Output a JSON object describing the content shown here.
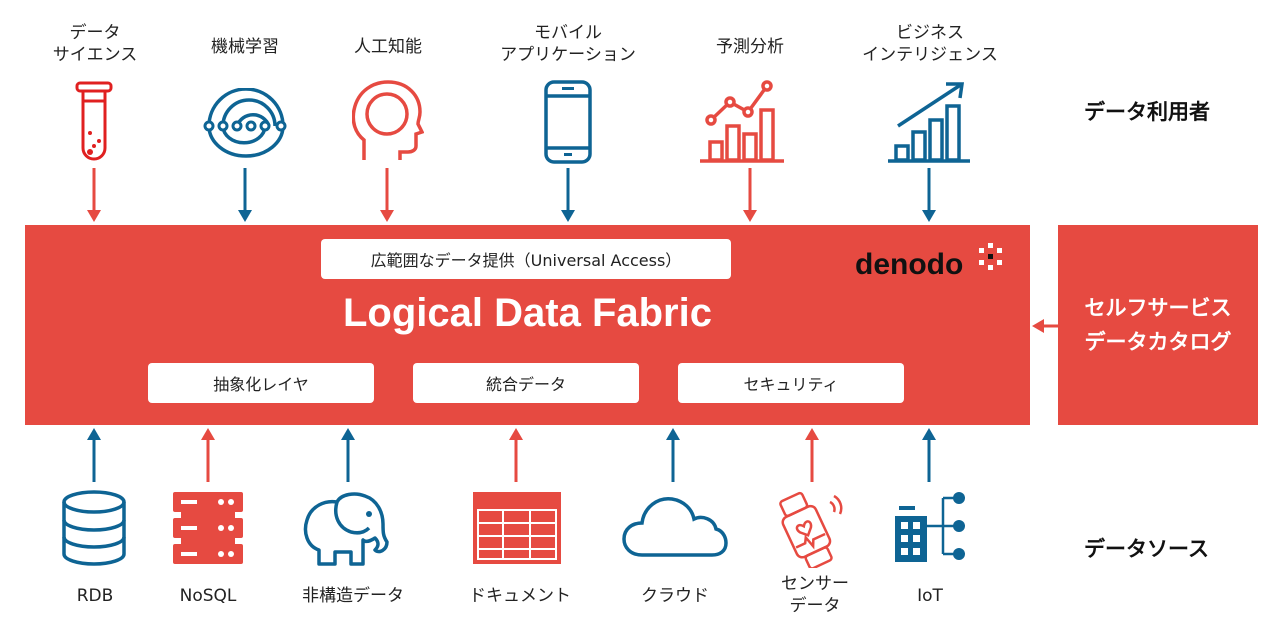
{
  "colors": {
    "red": "#e64a41",
    "blue": "#0e6494",
    "white": "#ffffff",
    "text": "#222222"
  },
  "consumers": {
    "section_label": "データ利用者",
    "items": [
      {
        "label": "データ\nサイエンス",
        "icon": "test-tube-icon",
        "color": "red"
      },
      {
        "label": "機械学習",
        "icon": "neural-arcs-icon",
        "color": "blue"
      },
      {
        "label": "人工知能",
        "icon": "head-brain-icon",
        "color": "red"
      },
      {
        "label": "モバイル\nアプリケーション",
        "icon": "smartphone-icon",
        "color": "blue"
      },
      {
        "label": "予測分析",
        "icon": "line-bar-chart-icon",
        "color": "red"
      },
      {
        "label": "ビジネス\nインテリジェンス",
        "icon": "growth-chart-icon",
        "color": "blue"
      }
    ]
  },
  "fabric": {
    "top_pill": "広範囲なデータ提供（Universal Access）",
    "title": "Logical Data Fabric",
    "logo": "denodo",
    "pills": [
      "抽象化レイヤ",
      "統合データ",
      "セキュリティ"
    ]
  },
  "catalog": {
    "label": "セルフサービス\nデータカタログ"
  },
  "sources": {
    "section_label": "データソース",
    "items": [
      {
        "label": "RDB",
        "icon": "database-icon",
        "color": "blue"
      },
      {
        "label": "NoSQL",
        "icon": "server-rack-icon",
        "color": "red"
      },
      {
        "label": "非構造データ",
        "icon": "elephant-icon",
        "color": "blue"
      },
      {
        "label": "ドキュメント",
        "icon": "spreadsheet-icon",
        "color": "red"
      },
      {
        "label": "クラウド",
        "icon": "cloud-icon",
        "color": "blue"
      },
      {
        "label": "センサー\nデータ",
        "icon": "smartwatch-icon",
        "color": "red"
      },
      {
        "label": "IoT",
        "icon": "building-network-icon",
        "color": "blue"
      }
    ]
  }
}
